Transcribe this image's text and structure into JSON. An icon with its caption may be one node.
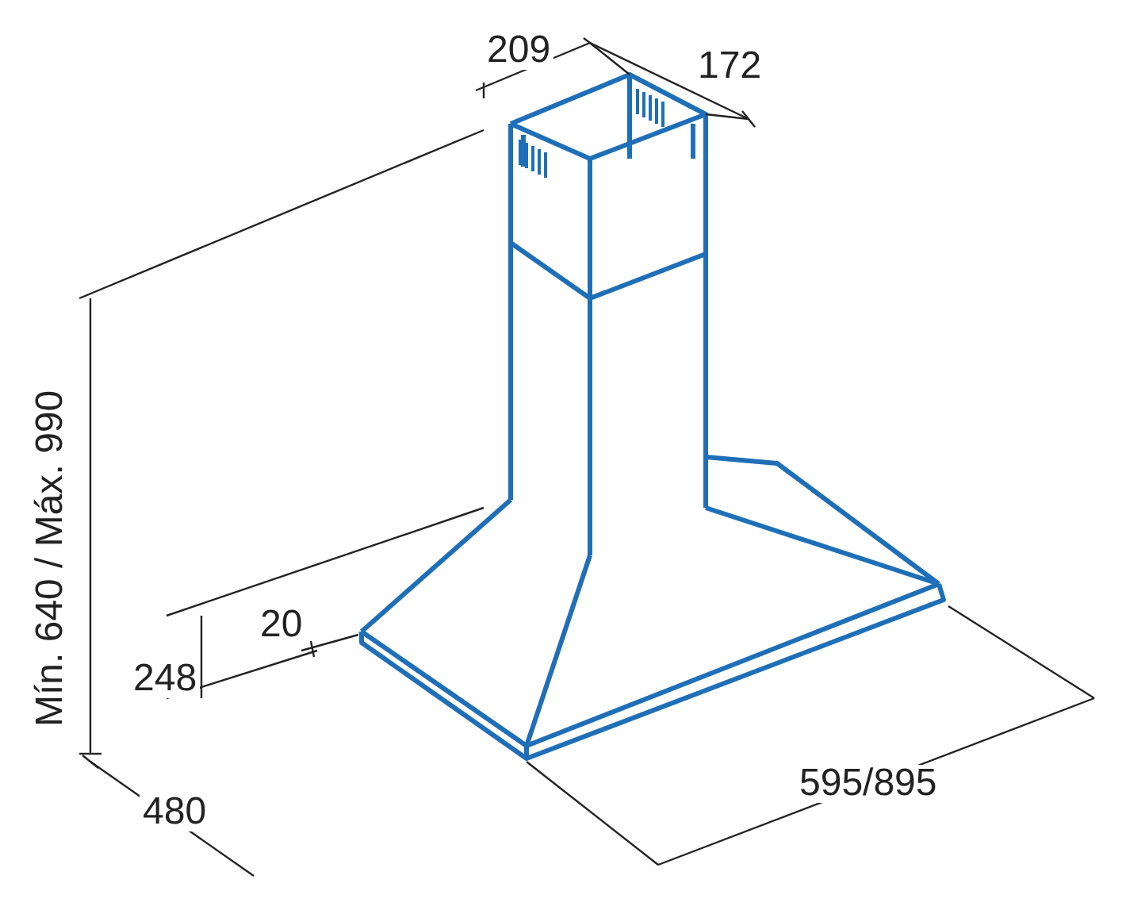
{
  "diagram": {
    "labels": [
      "209",
      "172",
      "Mín. 640 / Máx. 990",
      "20",
      "248",
      "480",
      "595/895"
    ]
  }
}
